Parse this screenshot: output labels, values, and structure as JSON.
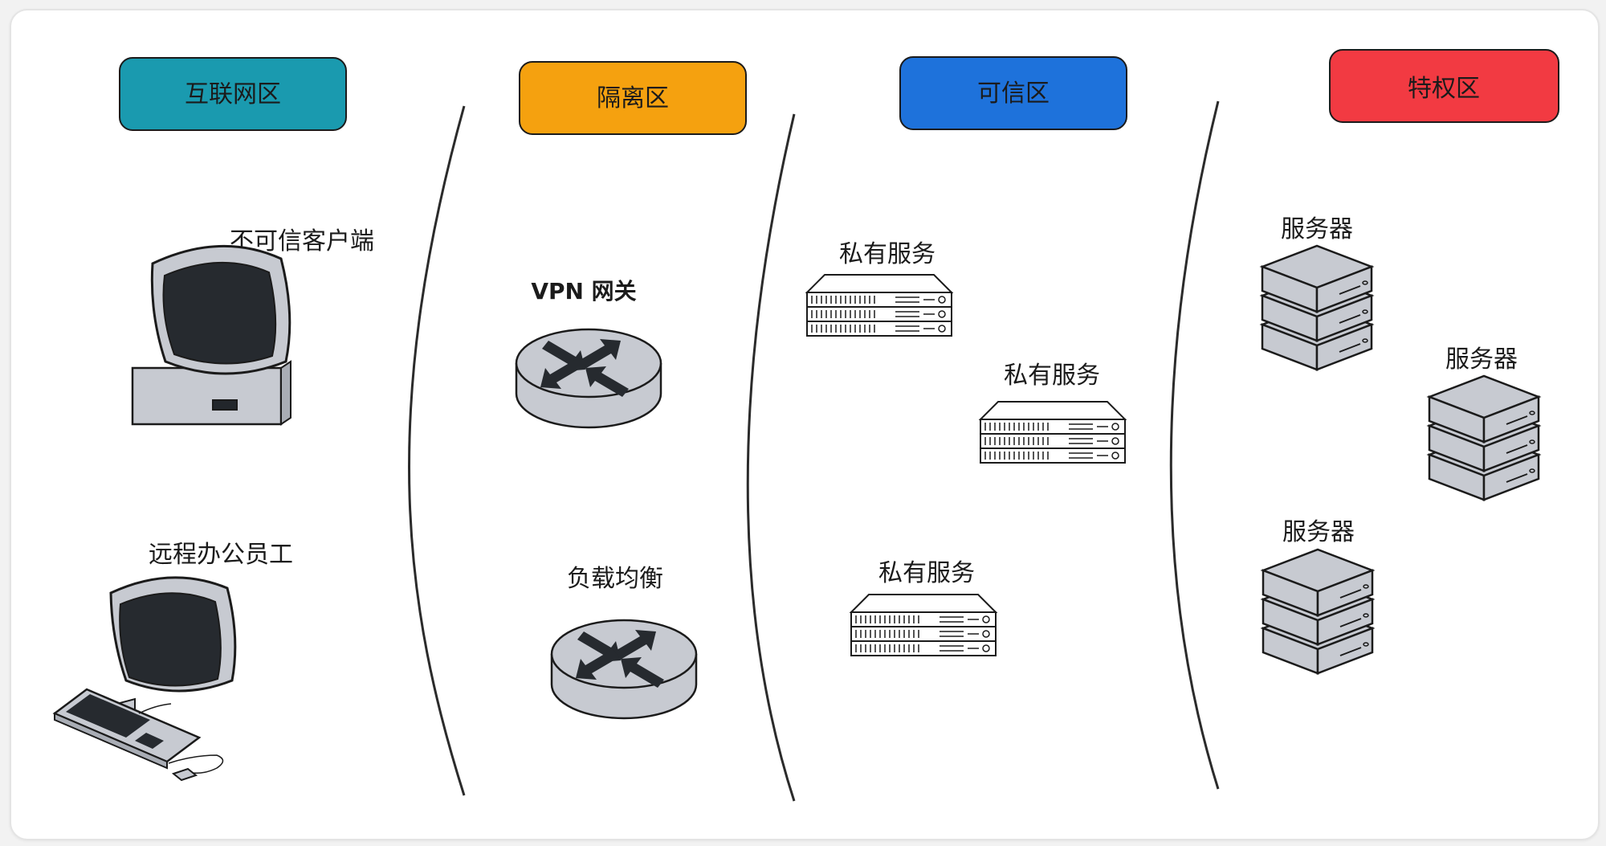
{
  "zones": [
    {
      "label": "互联网区",
      "color": "#1a9aaf"
    },
    {
      "label": "隔离区",
      "color": "#f5a10f"
    },
    {
      "label": "可信区",
      "color": "#1e72db"
    },
    {
      "label": "特权区",
      "color": "#f23a42"
    }
  ],
  "internet": {
    "untrusted_client": "不可信客户端",
    "remote_worker": "远程办公员工"
  },
  "dmz": {
    "vpn_gateway": "VPN  网关",
    "load_balancer": "负载均衡"
  },
  "trusted": {
    "private_service_1": "私有服务",
    "private_service_2": "私有服务",
    "private_service_3": "私有服务"
  },
  "privileged": {
    "server_1": "服务器",
    "server_2": "服务器",
    "server_3": "服务器"
  },
  "icons": [
    "monitor-icon",
    "workstation-icon",
    "router-icon",
    "rack-server-icon",
    "server-stack-icon"
  ]
}
